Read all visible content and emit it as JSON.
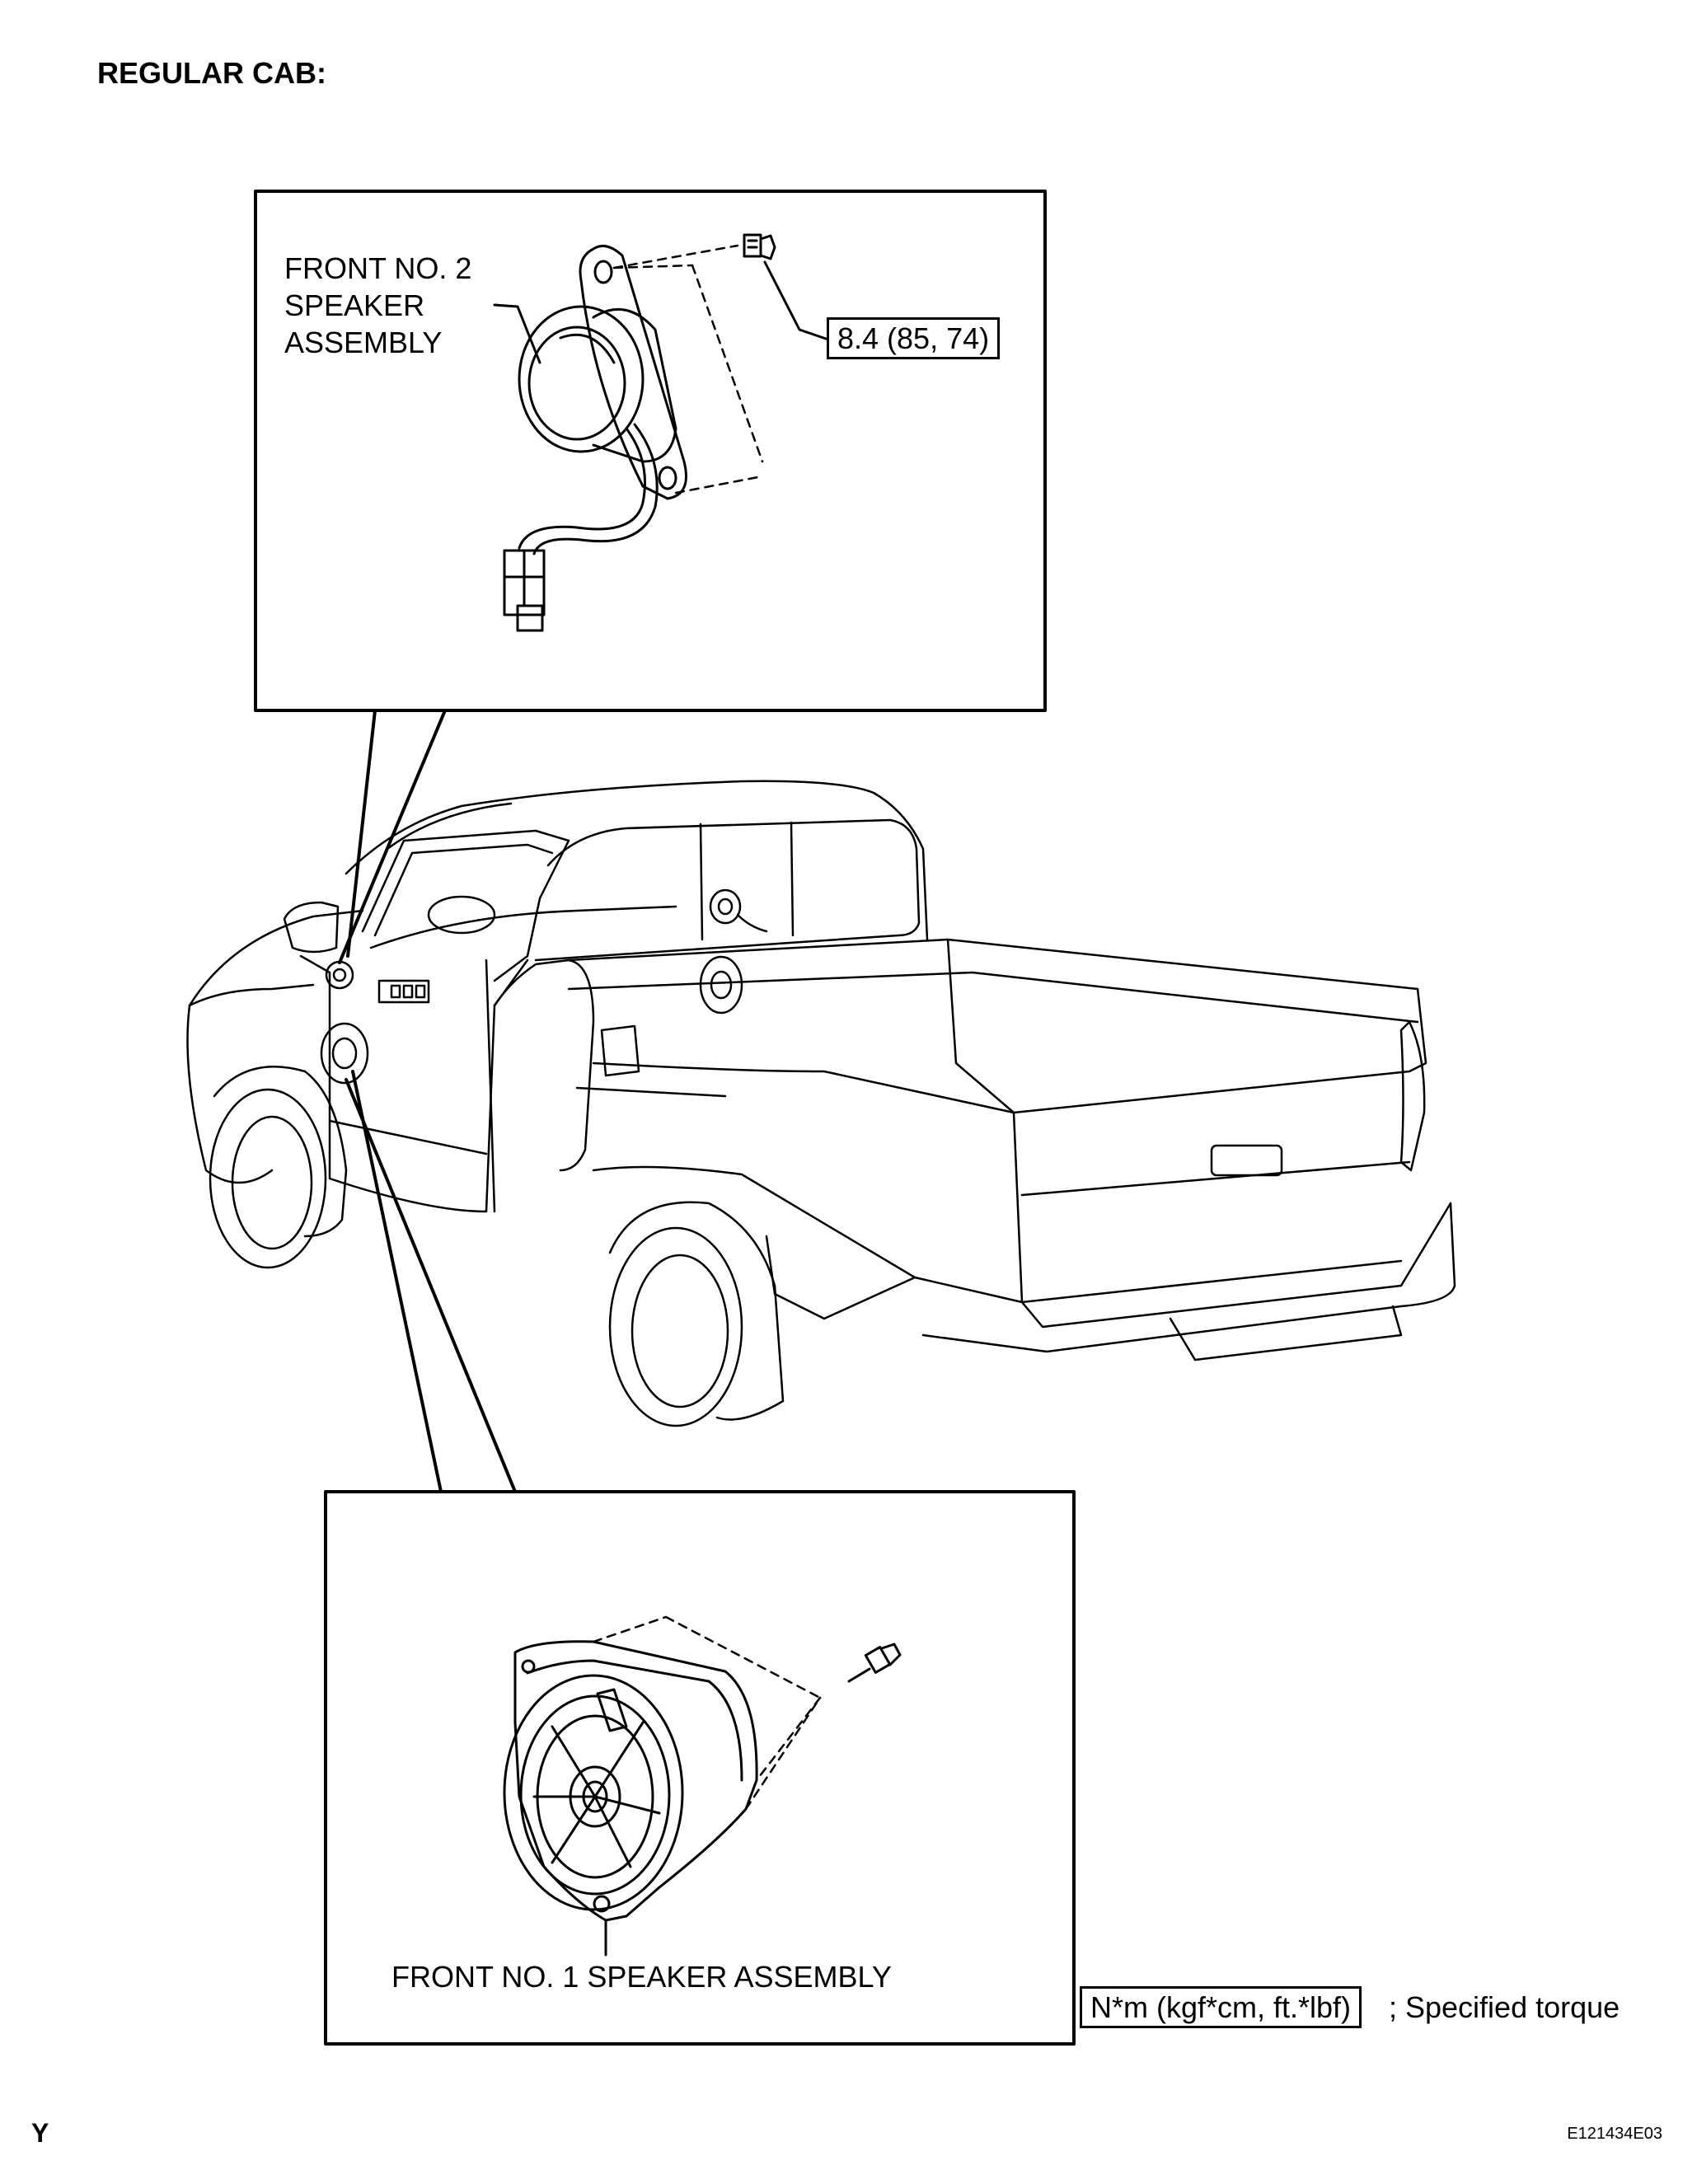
{
  "page": {
    "heading": "REGULAR CAB:",
    "corner_mark": "Y",
    "figure_code": "E121434E03"
  },
  "upper_inset": {
    "part_label_line1": "FRONT NO. 2",
    "part_label_line2": "SPEAKER",
    "part_label_line3": "ASSEMBLY",
    "torque_value": "8.4 (85, 74)"
  },
  "lower_inset": {
    "part_label": "FRONT NO. 1 SPEAKER ASSEMBLY"
  },
  "legend": {
    "unit_box": "N*m (kgf*cm, ft.*lbf)",
    "description": "; Specified torque"
  }
}
